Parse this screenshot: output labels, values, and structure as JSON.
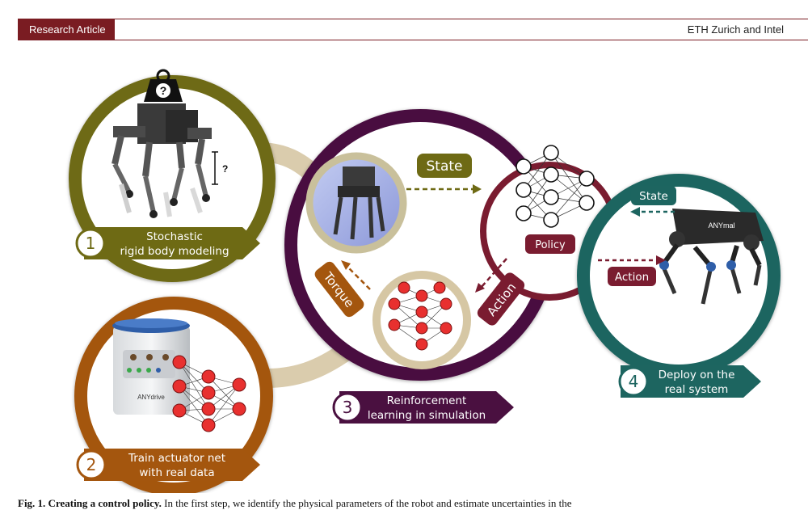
{
  "header": {
    "article_type": "Research Article",
    "affiliation": "ETH Zurich and Intel"
  },
  "figure": {
    "step1": {
      "number": "1",
      "line1": "Stochastic",
      "line2": "rigid body modeling"
    },
    "step2": {
      "number": "2",
      "line1": "Train actuator net",
      "line2": "with real data"
    },
    "step3": {
      "number": "3",
      "line1": "Reinforcement",
      "line2": "learning in simulation"
    },
    "step4": {
      "number": "4",
      "line1": "Deploy on the",
      "line2": "real system"
    },
    "sim_state_label": "State",
    "policy_label": "Policy",
    "action_label": "Action",
    "torque_label": "Torque",
    "real_state_label": "State",
    "real_action_label": "Action",
    "question_mark": "?",
    "actuator_brand": "ANYdrive",
    "robot_brand": "ANYmal"
  },
  "caption": {
    "bold": "Fig. 1. Creating a control policy.",
    "text": "In the first step, we identify the physical parameters of the robot and estimate uncertainties in the"
  },
  "colors": {
    "header": "#7a1c22",
    "olive": "#6e6a14",
    "orange": "#a4560e",
    "purple": "#4a1040",
    "maroon": "#7a1c30",
    "teal": "#1d6560",
    "tan": "#d6c7a4",
    "node": "#e8302f"
  }
}
